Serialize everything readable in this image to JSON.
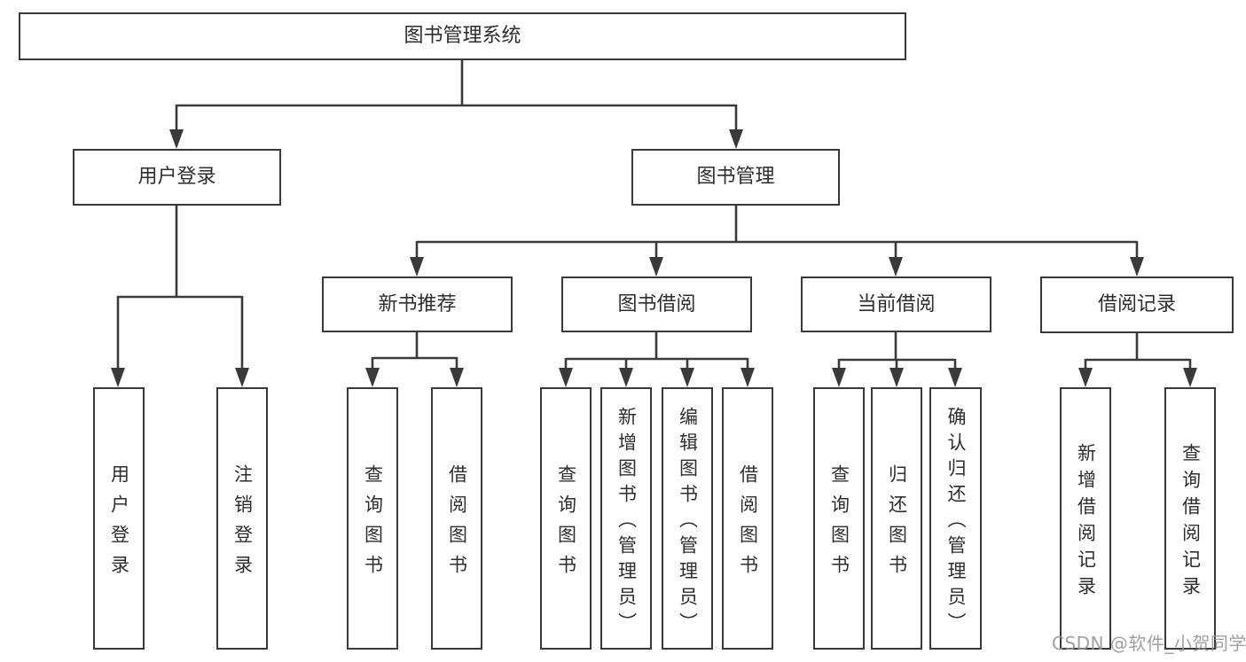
{
  "diagram": {
    "title": "图书管理系统",
    "level2": [
      {
        "label": "用户登录"
      },
      {
        "label": "图书管理"
      }
    ],
    "level3": [
      {
        "label": "新书推荐"
      },
      {
        "label": "图书借阅"
      },
      {
        "label": "当前借阅"
      },
      {
        "label": "借阅记录"
      }
    ],
    "leaves": [
      {
        "label": "用户登录",
        "parent": "用户登录"
      },
      {
        "label": "注销登录",
        "parent": "用户登录"
      },
      {
        "label": "查询图书",
        "parent": "新书推荐"
      },
      {
        "label": "借阅图书",
        "parent": "新书推荐"
      },
      {
        "label": "查询图书",
        "parent": "图书借阅"
      },
      {
        "label": "新增图书（管理员）",
        "parent": "图书借阅"
      },
      {
        "label": "编辑图书（管理员）",
        "parent": "图书借阅"
      },
      {
        "label": "借阅图书",
        "parent": "图书借阅"
      },
      {
        "label": "查询图书",
        "parent": "当前借阅"
      },
      {
        "label": "归还图书",
        "parent": "当前借阅"
      },
      {
        "label": "确认归还（管理员）",
        "parent": "当前借阅"
      },
      {
        "label": "新增借阅记录",
        "parent": "借阅记录"
      },
      {
        "label": "查询借阅记录",
        "parent": "借阅记录"
      }
    ]
  },
  "watermark": {
    "text": "CSDN @软件_小贺同学"
  },
  "colors": {
    "line": "#3a3a3a",
    "text": "#2e2e2e",
    "watermark": "#949494",
    "background": "#ffffff"
  }
}
